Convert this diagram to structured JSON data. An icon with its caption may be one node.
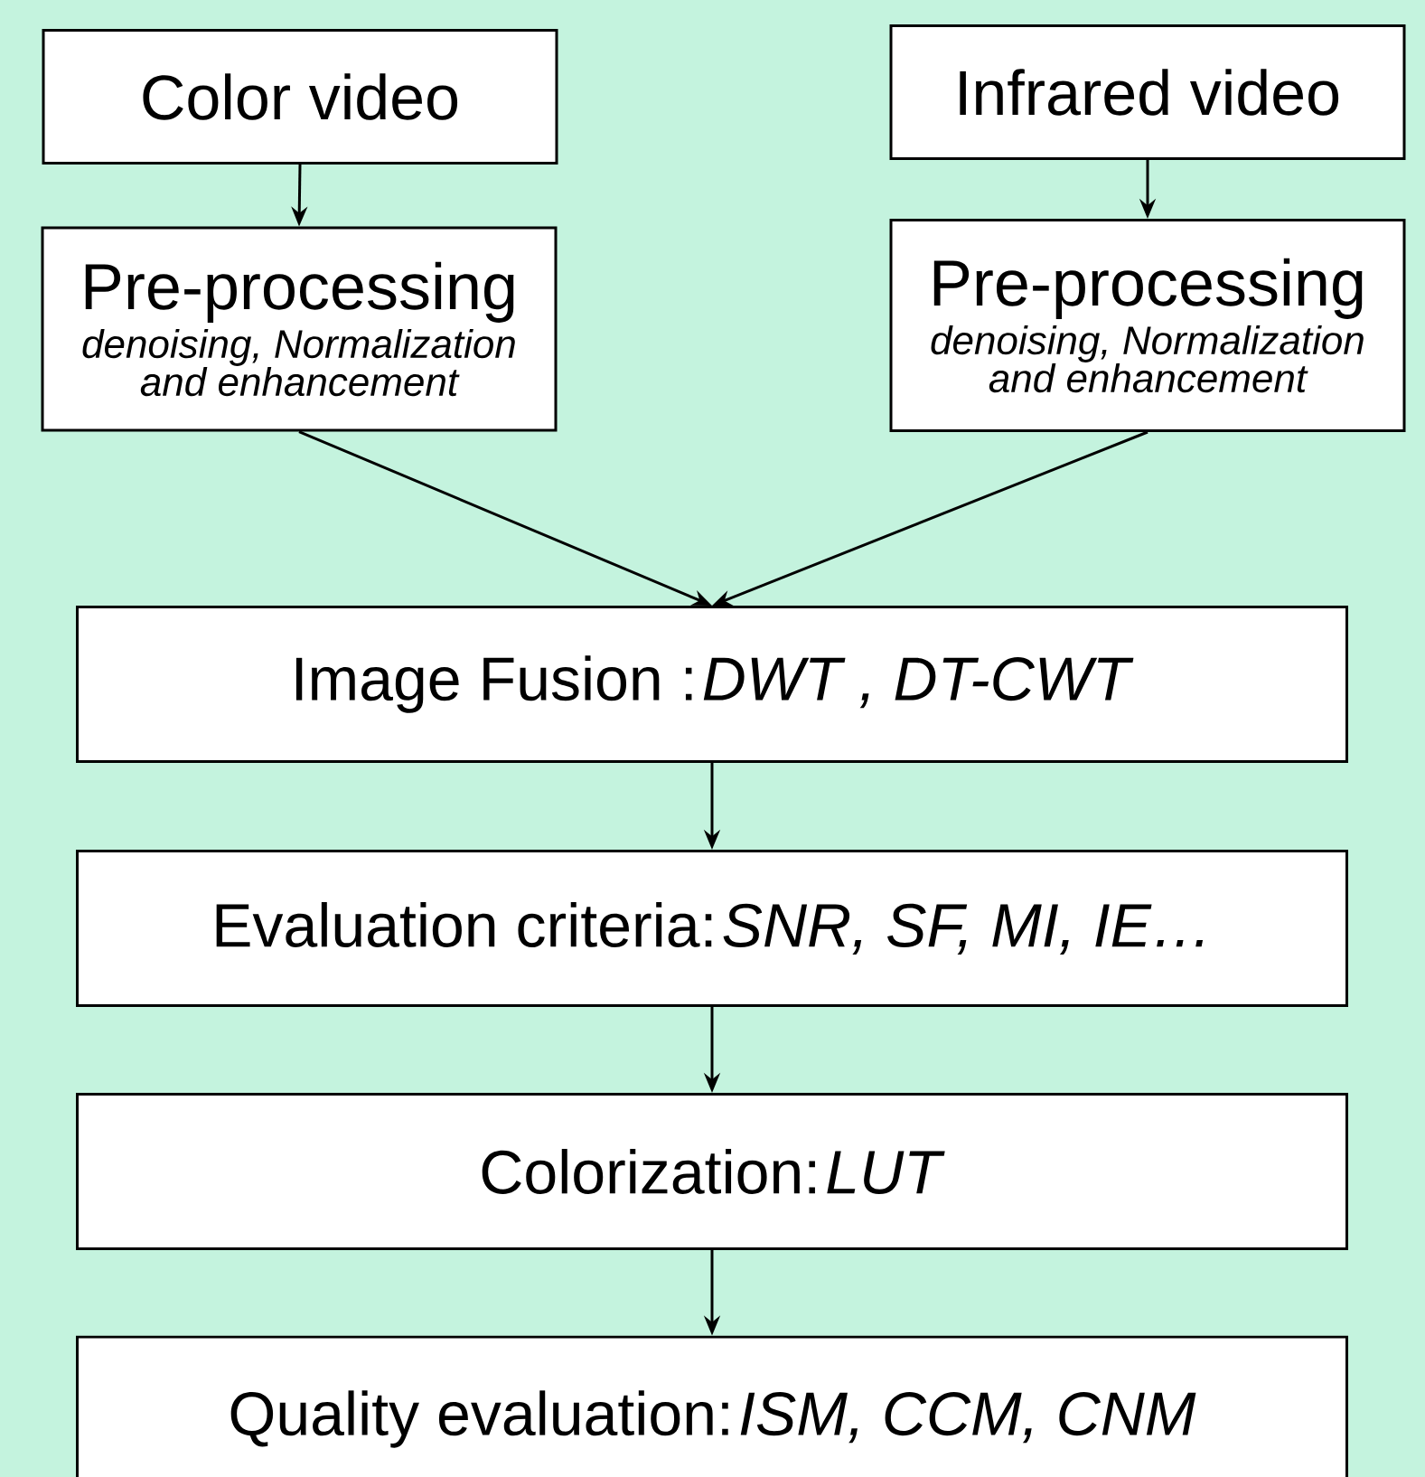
{
  "diagram": {
    "nodes": [
      {
        "text": [
          "Color video"
        ]
      },
      {
        "text": [
          "Infrared video"
        ]
      },
      {
        "text": [
          "Pre-processing",
          "denoising, Normalization and enhancement"
        ]
      },
      {
        "text": [
          "Pre-processing",
          "denoising, Normalization and enhancement"
        ]
      },
      {
        "text": [
          "Image Fusion : *DWT , DT-CWT*"
        ]
      },
      {
        "text": [
          "Evaluation criteria: *SNR, SF, MI, IE…*"
        ]
      },
      {
        "text": [
          "Colorization: *LUT*"
        ]
      },
      {
        "text": [
          "Quality evaluation: *ISM, CCM, CNM*"
        ]
      }
    ],
    "edges": [
      {
        "from": 0,
        "to": 2,
        "arrow": "to"
      },
      {
        "from": 1,
        "to": 3,
        "arrow": "to"
      },
      {
        "from": 2,
        "to": 4,
        "arrow": "to"
      },
      {
        "from": 3,
        "to": 4,
        "arrow": "to"
      },
      {
        "from": 4,
        "to": 5,
        "arrow": "to"
      },
      {
        "from": 5,
        "to": 6,
        "arrow": "to"
      },
      {
        "from": 6,
        "to": 7,
        "arrow": "to"
      }
    ]
  }
}
